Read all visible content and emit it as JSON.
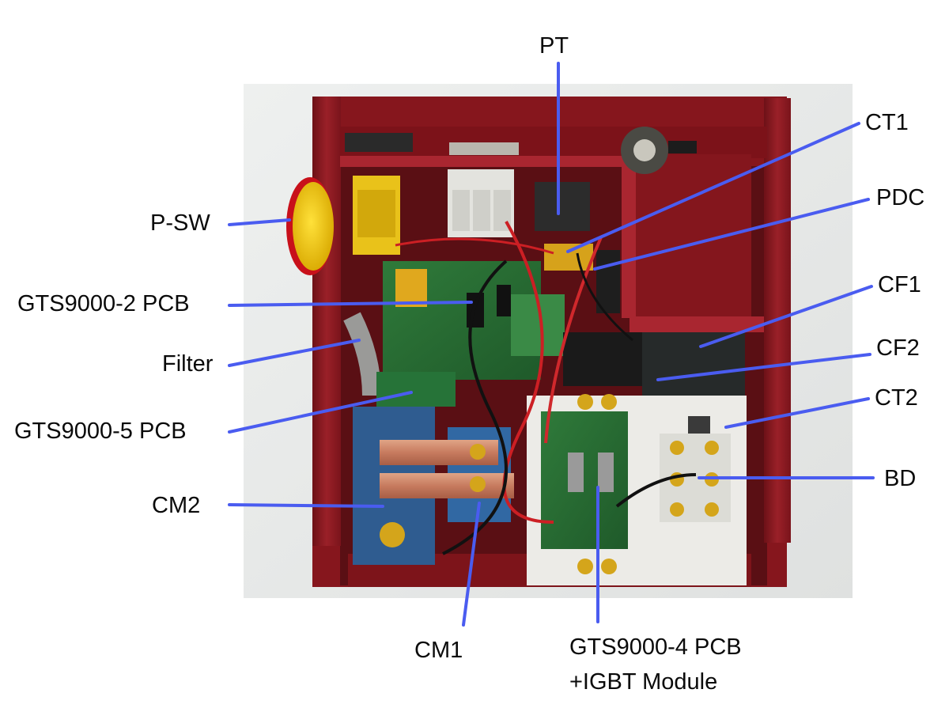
{
  "labels": {
    "pt": "PT",
    "ct1": "CT1",
    "pdc": "PDC",
    "p_sw": "P-SW",
    "cf1": "CF1",
    "gts2": "GTS9000-2 PCB",
    "filter": "Filter",
    "cf2": "CF2",
    "ct2": "CT2",
    "gts5": "GTS9000-5 PCB",
    "bd": "BD",
    "cm2": "CM2",
    "cm1": "CM1",
    "gts4_line1": "GTS9000-4 PCB",
    "gts4_line2": "+IGBT Module"
  },
  "colors": {
    "leader_line": "#4a5cf0",
    "label_text": "#0a0a0a",
    "chassis_red": "#8e1b22",
    "backdrop": "#e8e9e8"
  }
}
